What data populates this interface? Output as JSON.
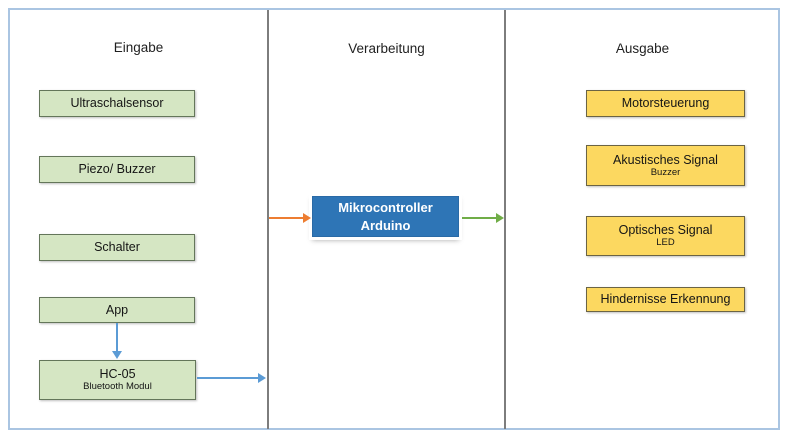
{
  "diagram": {
    "columns": [
      {
        "header": "Eingabe"
      },
      {
        "header": "Verarbeitung"
      },
      {
        "header": "Ausgabe"
      }
    ],
    "input_nodes": [
      {
        "label": "Ultraschalsensor"
      },
      {
        "label": "Piezo/ Buzzer"
      },
      {
        "label": "Schalter"
      },
      {
        "label": "App"
      },
      {
        "label": "HC-05",
        "sublabel": "Bluetooth Modul"
      }
    ],
    "process_node": {
      "label": "Mikrocontroller",
      "sublabel": "Arduino"
    },
    "output_nodes": [
      {
        "label": "Motorsteuerung"
      },
      {
        "label": "Akustisches Signal",
        "sublabel": "Buzzer"
      },
      {
        "label": "Optisches Signal",
        "sublabel": "LED"
      },
      {
        "label": "Hindernisse Erkennung"
      }
    ],
    "edges": [
      {
        "from": "App",
        "to": "HC-05 Bluetooth Modul",
        "color": "#5b9bd5"
      },
      {
        "from": "HC-05 Bluetooth Modul",
        "to": "Verarbeitung",
        "color": "#5b9bd5"
      },
      {
        "from": "Eingabe",
        "to": "Mikrocontroller Arduino",
        "color": "#ed7d31"
      },
      {
        "from": "Mikrocontroller Arduino",
        "to": "Ausgabe",
        "color": "#70ad47"
      }
    ],
    "colors": {
      "input_fill": "#d5e6c3",
      "input_border": "#64765a",
      "process_fill": "#2e75b6",
      "output_fill": "#fcd860",
      "output_border": "#6b6444",
      "arrow_orange": "#ed7d31",
      "arrow_green": "#70ad47",
      "arrow_blue": "#5b9bd5",
      "frame_border": "#aac5e2",
      "divider": "#7d7d7d"
    }
  }
}
